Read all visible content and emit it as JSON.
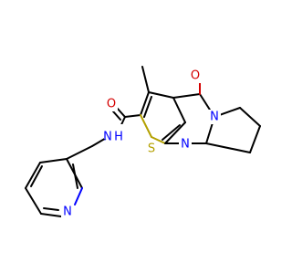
{
  "molecule": {
    "atom_labels": {
      "carbonyl_oxygen": "O",
      "ring_oxygen": "O",
      "amide_nitrogen": "N",
      "amide_hydrogen": "H",
      "thiophene_sulfur": "S",
      "bridgehead_nitrogen": "N",
      "pyrimidine_nitrogen": "N",
      "pyridine_nitrogen": "N"
    },
    "substituent_labels": {
      "methyl": "methyl"
    },
    "colors": {
      "carbon": "#000000",
      "oxygen": "#d40000",
      "nitrogen": "#0000ff",
      "sulfur": "#b3a000",
      "background": "#ffffff"
    }
  }
}
